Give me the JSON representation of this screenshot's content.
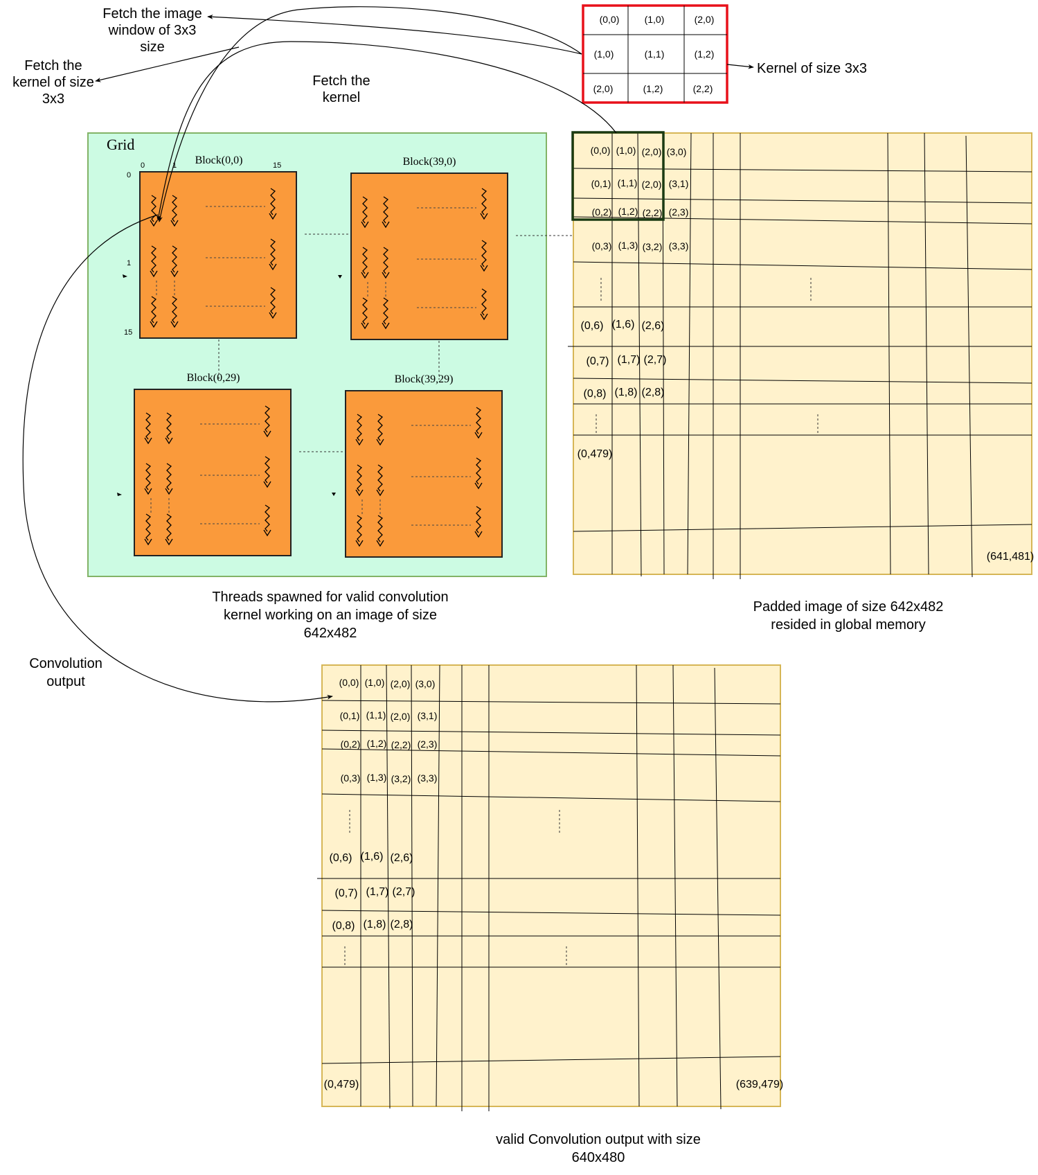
{
  "labels": {
    "fetch_window": [
      "Fetch the image",
      "window of 3x3",
      "size"
    ],
    "fetch_kernel_size": [
      "Fetch the",
      "kernel of size",
      "3x3"
    ],
    "fetch_kernel": [
      "Fetch the",
      "kernel"
    ],
    "kernel_caption": "Kernel of size 3x3",
    "grid_title": "Grid",
    "threads_caption": [
      "Threads spawned for valid convolution",
      "kernel  working on an image of size",
      "642x482"
    ],
    "padded_caption": [
      "Padded image of size 642x482",
      "resided in global memory"
    ],
    "conv_output": [
      "Convolution",
      "output"
    ],
    "valid_caption": [
      "valid Convolution output with size",
      "640x480"
    ]
  },
  "kernel_cells": [
    [
      "(0,0)",
      "(1,0)",
      "(2,0)"
    ],
    [
      "(1,0)",
      "(1,1)",
      "(1,2)"
    ],
    [
      "(2,0)",
      "(1,2)",
      "(2,2)"
    ]
  ],
  "blocks": {
    "b00": "Block(0,0)",
    "b390": "Block(39,0)",
    "b029": "Block(0,29)",
    "b3929": "Block(39,29)"
  },
  "thread_idx": {
    "x0": "0",
    "x1": "1",
    "x15": "15",
    "y0": "0",
    "y1": "1",
    "y15": "15"
  },
  "padded_rows": [
    [
      "(0,0)",
      "(1,0)",
      "(2,0)",
      "(3,0)"
    ],
    [
      "(0,1)",
      "(1,1)",
      "(2,0)",
      "(3,1)"
    ],
    [
      "(0,2)",
      "(1,2)",
      "(2,2)",
      "(2,3)"
    ],
    [
      "(0,3)",
      "(1,3)",
      "(3,2)",
      "(3,3)"
    ]
  ],
  "padded_rows_lower": [
    [
      "(0,6)",
      "(1,6)",
      "(2,6)"
    ],
    [
      "(0,7)",
      "(1,7)",
      "(2,7)"
    ],
    [
      "(0,8)",
      "(1,8)",
      "(2,8)"
    ]
  ],
  "padded_corner_bl": "(0,479)",
  "padded_corner_br": "(641,481)",
  "output_rows": [
    [
      "(0,0)",
      "(1,0)",
      "(2,0)",
      "(3,0)"
    ],
    [
      "(0,1)",
      "(1,1)",
      "(2,0)",
      "(3,1)"
    ],
    [
      "(0,2)",
      "(1,2)",
      "(2,2)",
      "(2,3)"
    ],
    [
      "(0,3)",
      "(1,3)",
      "(3,2)",
      "(3,3)"
    ]
  ],
  "output_rows_lower": [
    [
      "(0,6)",
      "(1,6)",
      "(2,6)"
    ],
    [
      "(0,7)",
      "(1,7)",
      "(2,7)"
    ],
    [
      "(0,8)",
      "(1,8)",
      "(2,8)"
    ]
  ],
  "output_corner_bl": "(0,479)",
  "output_corner_br": "(639,479)",
  "colors": {
    "grid_fill": "#ccfbe3",
    "grid_stroke": "#82b366",
    "block_fill": "#fa9a3b",
    "image_fill": "#fff2cc",
    "image_stroke": "#d6b656",
    "kernel_stroke": "#e8101a",
    "window_stroke": "#1a3a12"
  }
}
